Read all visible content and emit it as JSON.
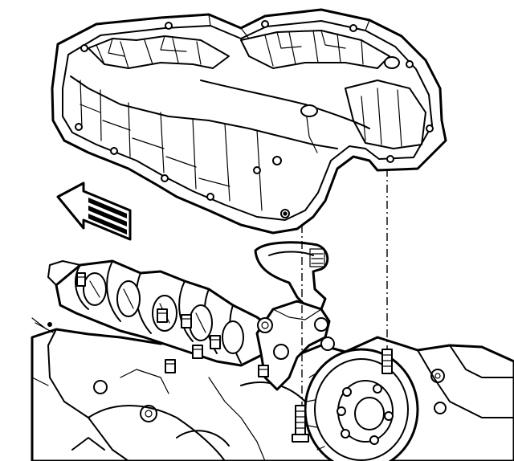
{
  "figure": {
    "colors": {
      "ink": "#000000",
      "paper": "#ffffff"
    },
    "parts": [
      {
        "id": "oil-pan",
        "icon": "oil-pan-outline"
      },
      {
        "id": "oil-pump-pickup",
        "icon": "pickup-tube-outline"
      },
      {
        "id": "crankshaft",
        "icon": "crankshaft-outline"
      },
      {
        "id": "engine-block",
        "icon": "engine-block-outline"
      },
      {
        "id": "flywheel-flexplate",
        "icon": "flexplate-outline"
      },
      {
        "id": "mounting-bolts",
        "icon": "bolt-outline"
      },
      {
        "id": "front-direction-arrow",
        "icon": "arrow-left-icon"
      }
    ]
  }
}
